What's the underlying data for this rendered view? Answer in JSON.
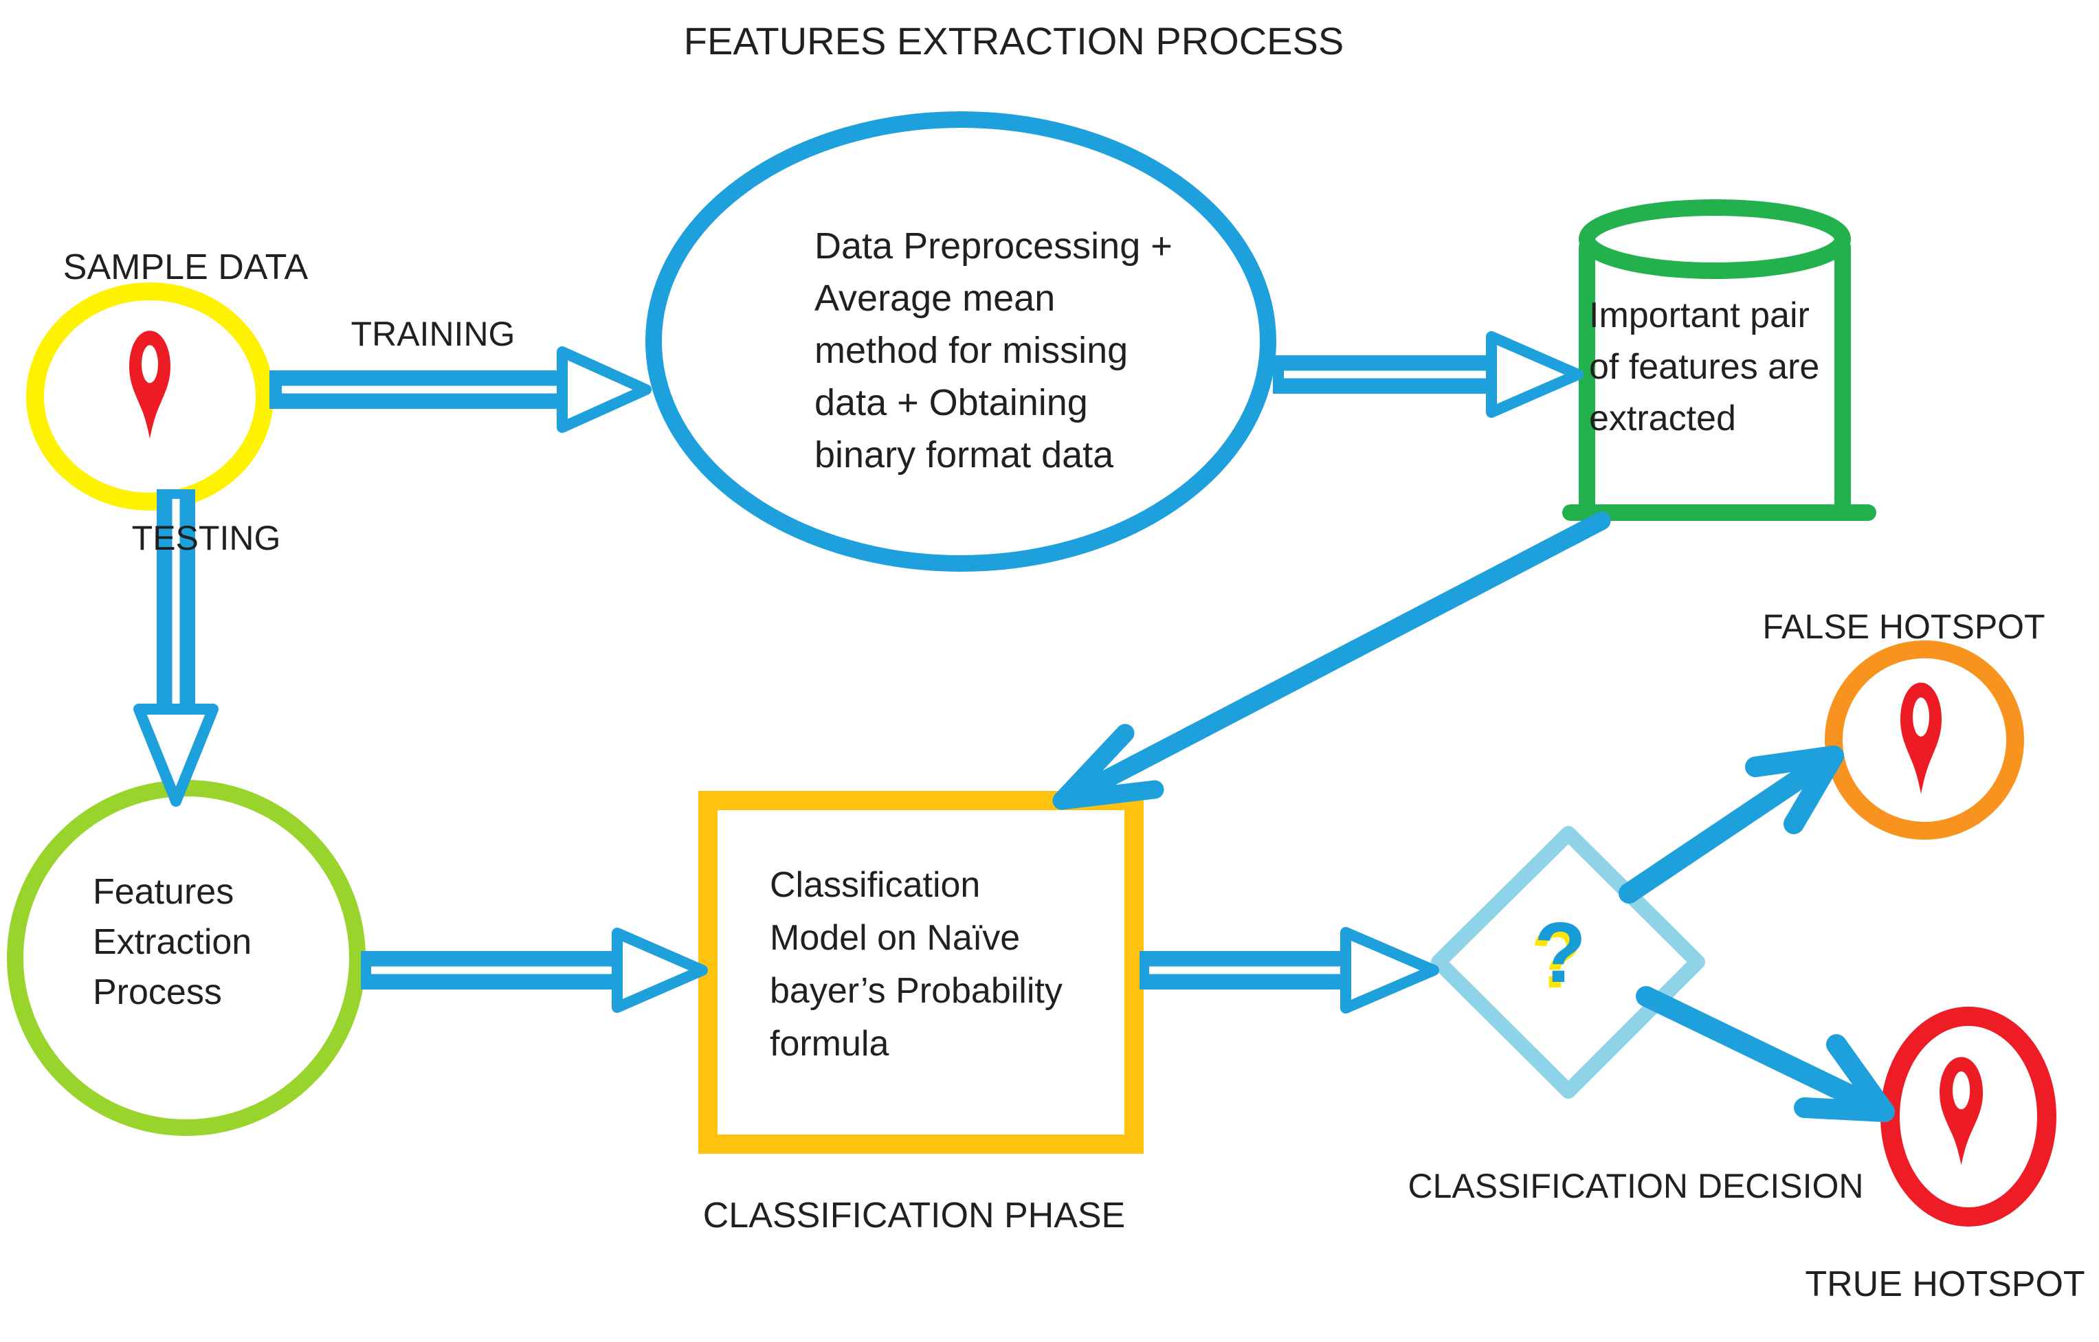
{
  "title": "FEATURES EXTRACTION PROCESS",
  "colors": {
    "arrow_blue": "#1EA0DC",
    "diamond_pale_blue": "#8FD3E8",
    "question_blue": "#189CD8",
    "sample_yellow": "#FFF200",
    "db_green": "#22B14C",
    "extraction_lime": "#99D42C",
    "model_amber": "#FFC20E",
    "false_orange": "#F7931E",
    "true_red": "#EE1C25",
    "pin_red": "#ED1C24",
    "text_ink": "#231F20"
  },
  "nodes": {
    "sample_data": {
      "label": "SAMPLE DATA",
      "icon": "location-pin"
    },
    "preprocessing": {
      "text": "Data Preprocessing +\nAverage mean\nmethod for missing\ndata + Obtaining\nbinary format data"
    },
    "features_db": {
      "text": "Important pair\nof features are\nextracted"
    },
    "features_extraction": {
      "text": "Features\nExtraction\nProcess"
    },
    "classification_model": {
      "text": "Classification\nModel on Naïve\nbayer’s Probability\nformula"
    },
    "decision": {
      "symbol": "?"
    },
    "false_hotspot": {
      "label": "FALSE HOTSPOT",
      "icon": "location-pin"
    },
    "true_hotspot": {
      "label": "TRUE HOTSPOT",
      "icon": "location-pin"
    }
  },
  "edges": {
    "training_label": "TRAINING",
    "testing_label": "TESTING"
  },
  "captions": {
    "classification_phase": "CLASSIFICATION PHASE",
    "classification_decision": "CLASSIFICATION DECISION"
  }
}
